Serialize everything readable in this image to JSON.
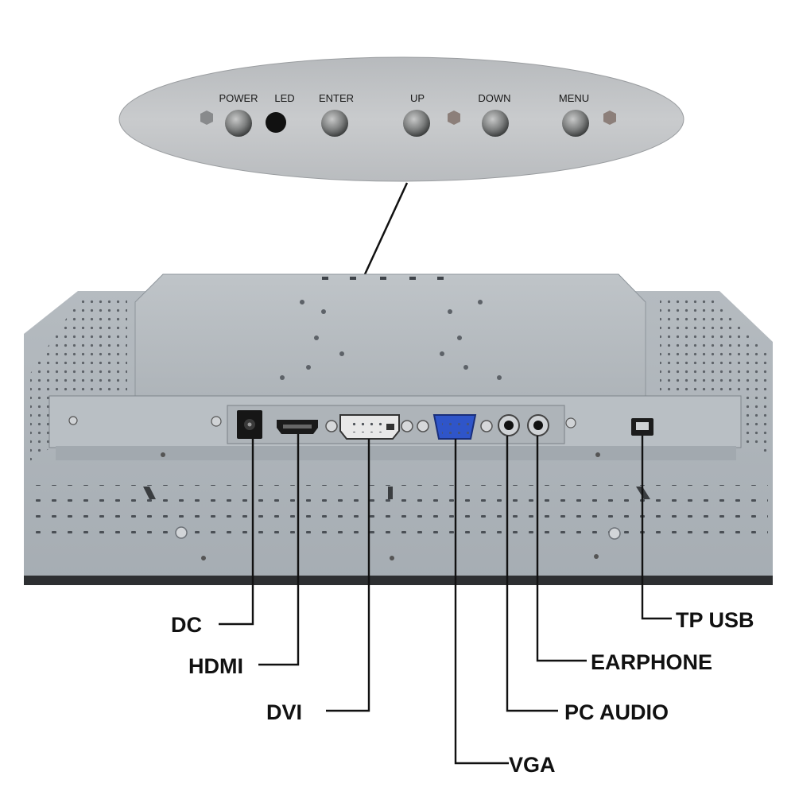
{
  "panel": {
    "buttons": [
      {
        "id": "power",
        "label": "POWER"
      },
      {
        "id": "led",
        "label": "LED"
      },
      {
        "id": "enter",
        "label": "ENTER"
      },
      {
        "id": "up",
        "label": "UP"
      },
      {
        "id": "down",
        "label": "DOWN"
      },
      {
        "id": "menu",
        "label": "MENU"
      }
    ]
  },
  "ports": [
    {
      "id": "dc",
      "label": "DC"
    },
    {
      "id": "hdmi",
      "label": "HDMI"
    },
    {
      "id": "dvi",
      "label": "DVI"
    },
    {
      "id": "vga",
      "label": "VGA"
    },
    {
      "id": "pc_audio",
      "label": "PC AUDIO"
    },
    {
      "id": "earphone",
      "label": "EARPHONE"
    },
    {
      "id": "tp_usb",
      "label": "TP USB"
    }
  ],
  "colors": {
    "chassis": "#a9b0b6",
    "plate": "#b6bcc1",
    "ellipse": "#c3c6c9",
    "vga_port": "#2f55c9",
    "bottom_edge": "#2d2f31"
  }
}
